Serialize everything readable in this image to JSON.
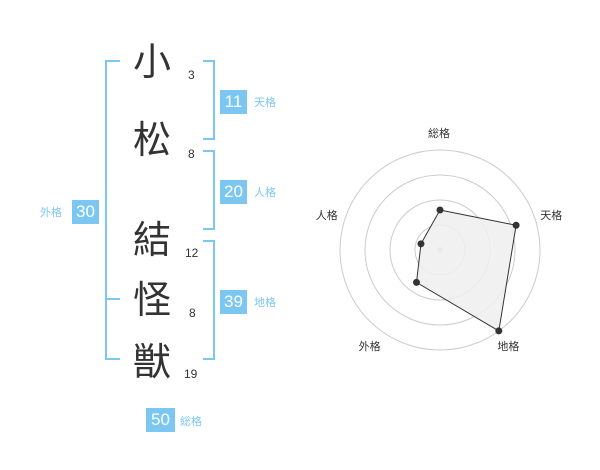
{
  "name": {
    "chars": [
      {
        "char": "小",
        "strokes": "3"
      },
      {
        "char": "松",
        "strokes": "8"
      },
      {
        "char": "結",
        "strokes": "12"
      },
      {
        "char": "怪",
        "strokes": "8"
      },
      {
        "char": "獣",
        "strokes": "19"
      }
    ]
  },
  "fortunes": {
    "tenkaku": {
      "value": "11",
      "label": "天格"
    },
    "jinkaku": {
      "value": "20",
      "label": "人格"
    },
    "chikaku": {
      "value": "39",
      "label": "地格"
    },
    "gaikaku": {
      "value": "30",
      "label": "外格"
    },
    "soukaku": {
      "value": "50",
      "label": "総格"
    }
  },
  "chart_data": {
    "type": "radar",
    "axes": [
      "総格",
      "天格",
      "地格",
      "外格",
      "人格"
    ],
    "values": [
      2,
      4,
      5,
      2,
      1
    ],
    "max": 5,
    "rings": 4,
    "colors": {
      "accent": "#7cc7f2",
      "fill": "#efefef",
      "line": "#333333",
      "ring": "#cccccc"
    }
  }
}
